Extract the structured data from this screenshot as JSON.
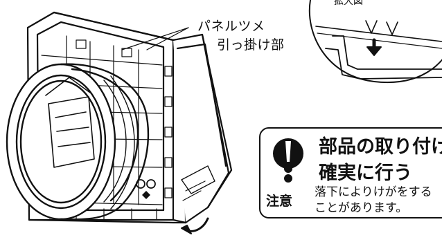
{
  "diagram": {
    "callout_line1": "パネルツメ",
    "callout_line2": "引っ掛け部",
    "zoom_label": "拡大図"
  },
  "caution": {
    "title_line1": "部品の取り付けは",
    "title_line2": "確実に行う",
    "label": "注意",
    "body_line1": "落下によりけがをする",
    "body_line2": "ことがあります。"
  }
}
